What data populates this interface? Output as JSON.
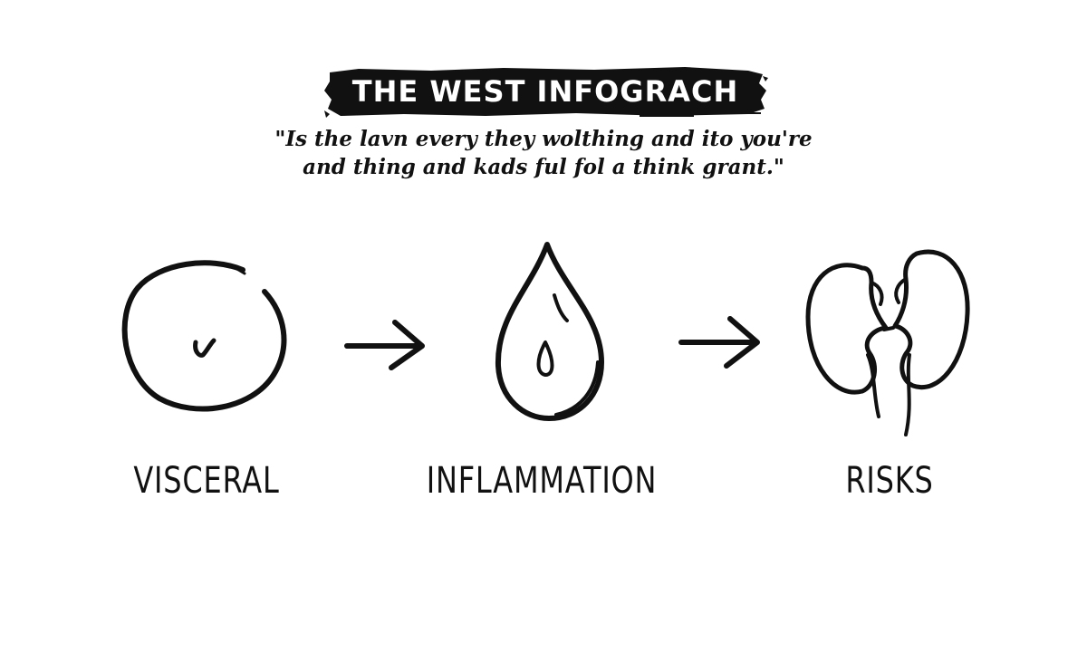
{
  "header": {
    "title": "THE WEST INFOGRACH",
    "quote_line_1": "\"Is the lavn every they wolthing and ito you're",
    "quote_line_2": "and thing and kads ful fol a think grant.\""
  },
  "flow": {
    "steps": [
      {
        "label": "VISCERAL",
        "icon": "belly-icon"
      },
      {
        "label": "INFLAMMATION",
        "icon": "drop-icon"
      },
      {
        "label": "RISKS",
        "icon": "kidneys-icon"
      }
    ]
  },
  "colors": {
    "ink": "#111111",
    "background": "#ffffff",
    "banner_text": "#ffffff"
  }
}
